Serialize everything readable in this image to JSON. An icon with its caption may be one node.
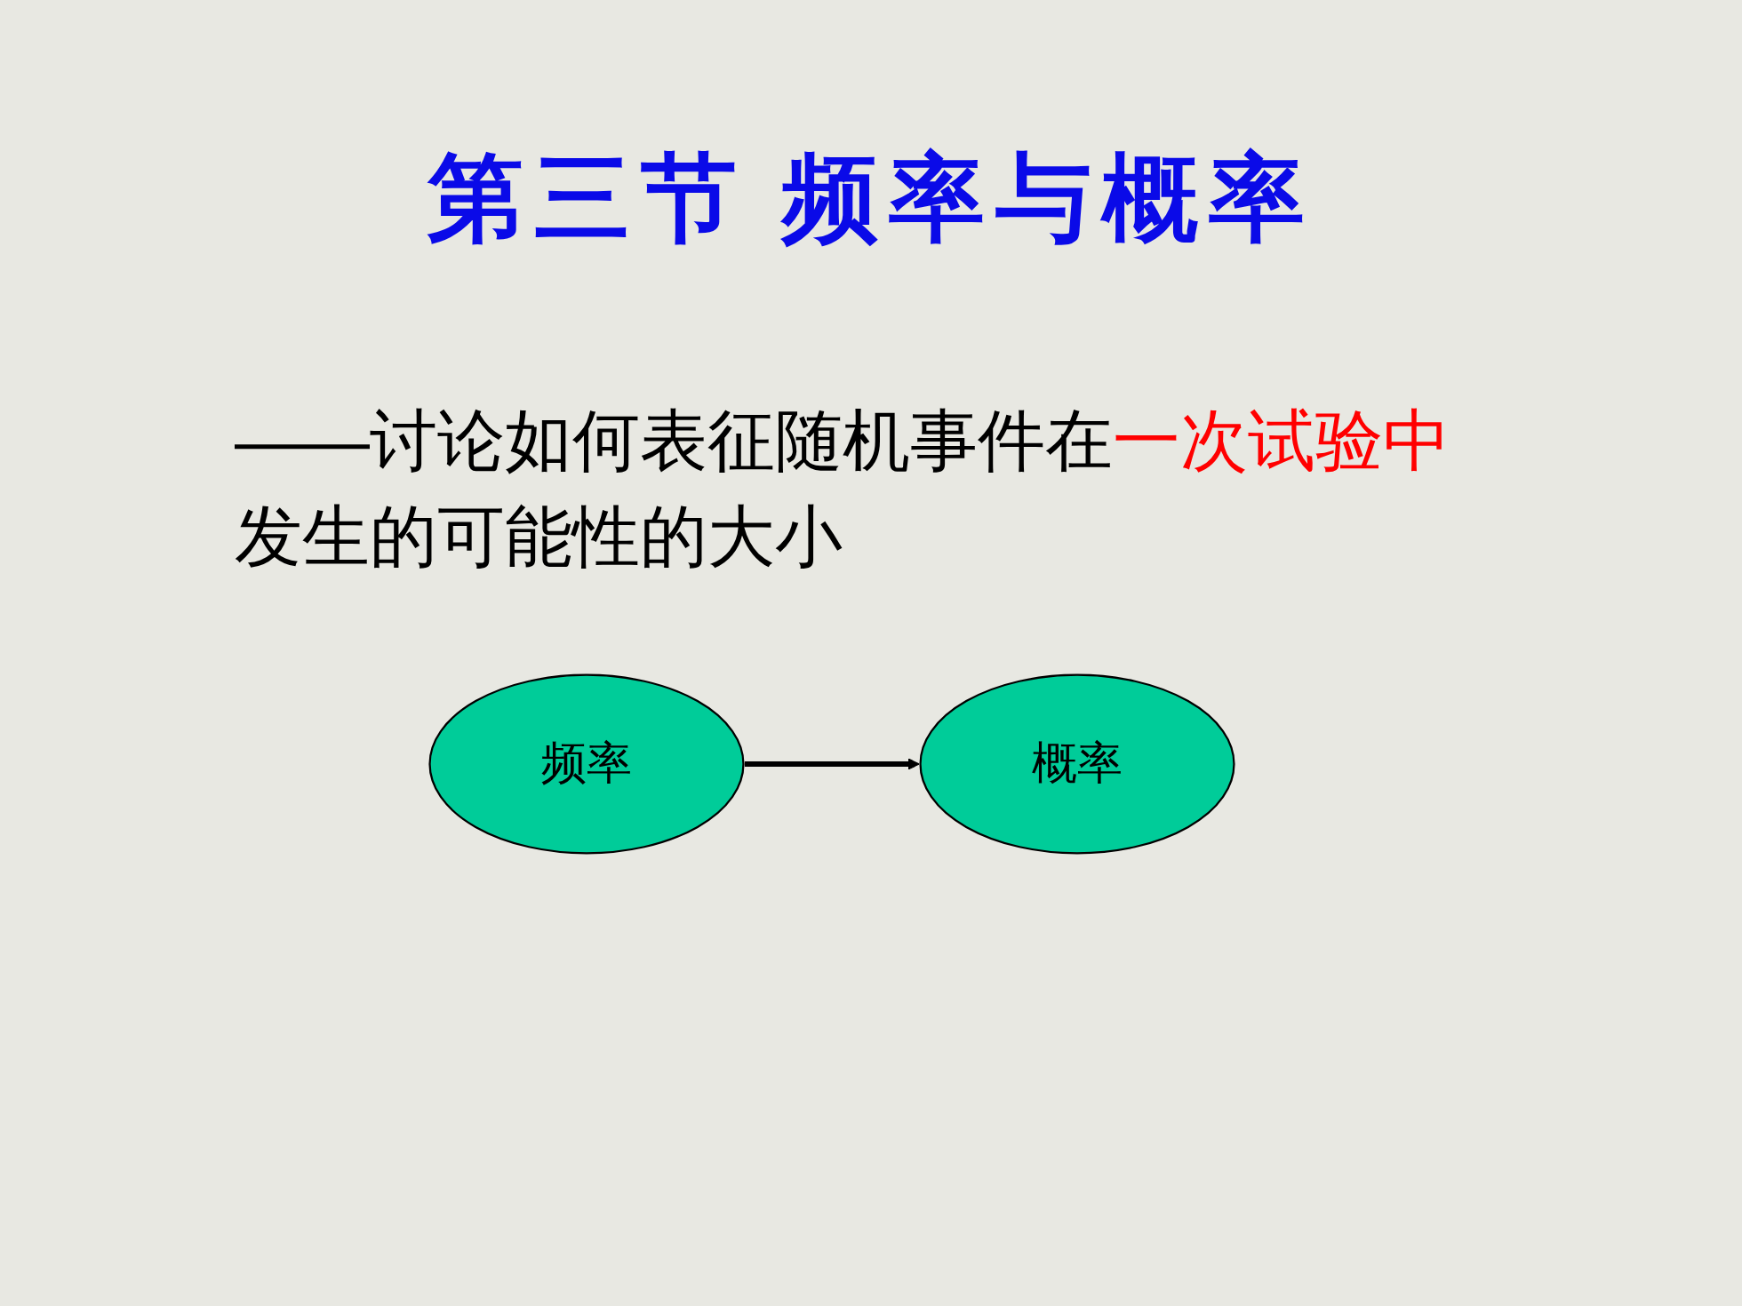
{
  "diagram": {
    "title": "第三节 频率与概率",
    "nodes": [
      {
        "text": [
          "频率"
        ]
      },
      {
        "text": [
          "概率"
        ]
      }
    ],
    "edges": [
      {
        "from": 0,
        "to": 1,
        "arrow": "to"
      }
    ],
    "labels": [
      "——讨论如何表征随机事件在一次试验中发生的可能性的大小"
    ]
  }
}
